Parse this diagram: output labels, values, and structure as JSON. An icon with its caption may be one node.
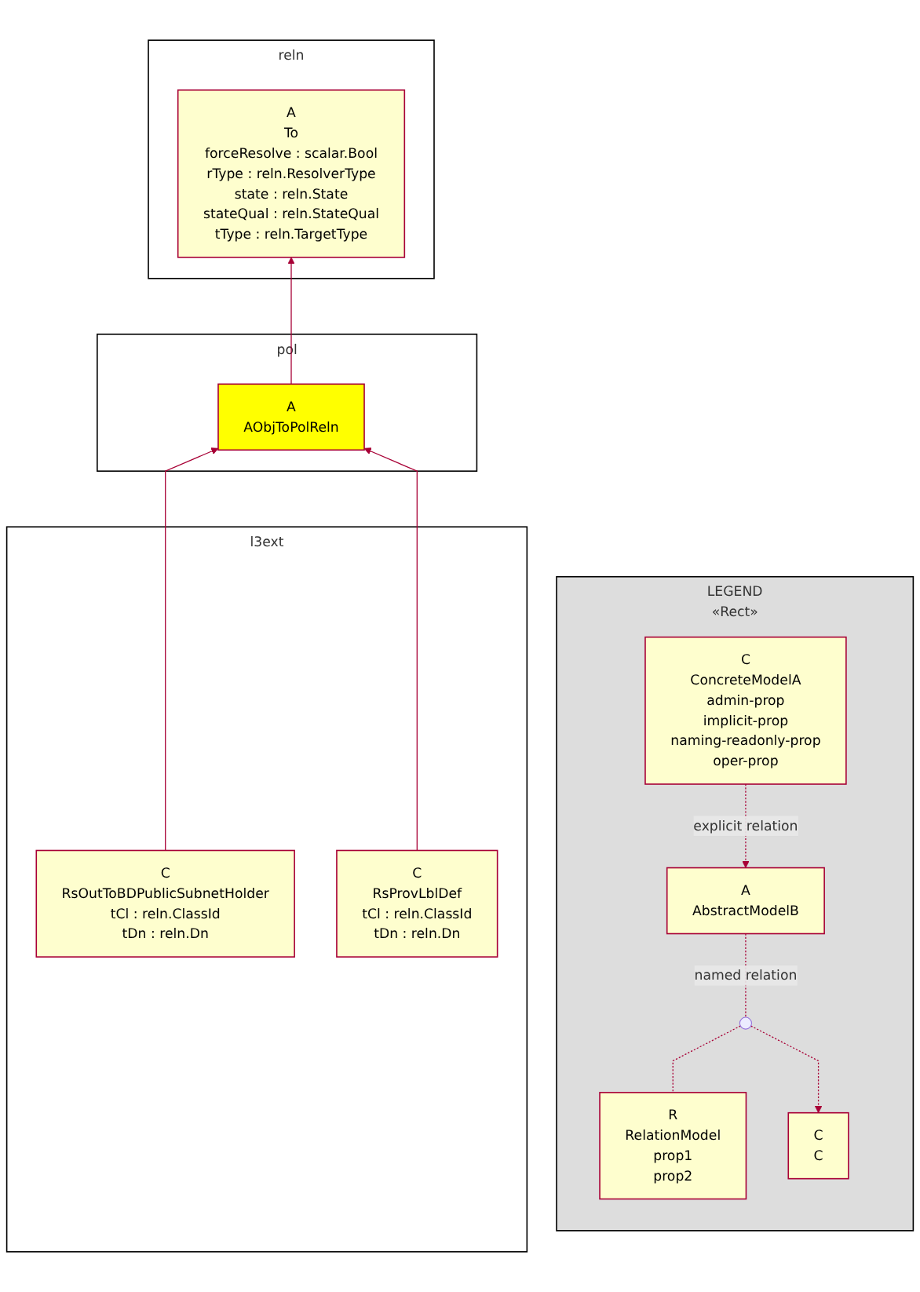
{
  "diagram": {
    "nodes": [
      {
        "text": [
          "LEGEND",
          "«Rect»"
        ]
      },
      {
        "text": [
          "C",
          "ConcreteModelA",
          "admin-prop",
          "implicit-prop",
          "naming-readonly-prop",
          "oper-prop"
        ],
        "in": 0
      },
      {
        "text": [
          "A",
          "AbstractModelB"
        ],
        "in": 0
      },
      {
        "text": [],
        "shape": "circle",
        "in": 0
      },
      {
        "text": [
          "R",
          "RelationModel",
          "prop1",
          "prop2"
        ],
        "in": 0
      },
      {
        "text": [
          "C",
          "C"
        ],
        "in": 0
      },
      {
        "text": [
          "reln"
        ]
      },
      {
        "text": [
          "A",
          "To",
          "forceResolve : scalar.Bool",
          "rType : reln.ResolverType",
          "state : reln.State",
          "stateQual : reln.StateQual",
          "tType : reln.TargetType"
        ],
        "in": 6
      },
      {
        "text": [
          "pol"
        ]
      },
      {
        "text": [
          "A",
          "AObjToPolReln"
        ],
        "in": 8
      },
      {
        "text": [
          "l3ext"
        ]
      },
      {
        "text": [
          "C",
          "RsOutToBDPublicSubnetHolder",
          "tCl : reln.ClassId",
          "tDn : reln.Dn"
        ],
        "in": 10
      },
      {
        "text": [
          "C",
          "RsProvLblDef",
          "tCl : reln.ClassId",
          "tDn : reln.Dn"
        ],
        "in": 10
      }
    ],
    "edges": [
      {
        "from": 1,
        "to": 2,
        "arrow": "to",
        "style": "dashed",
        "label": "explicit relation"
      },
      {
        "from": 2,
        "to": 3,
        "arrow": "none",
        "style": "dashed",
        "label": "named relation"
      },
      {
        "from": 3,
        "to": 4,
        "arrow": "none",
        "style": "dashed"
      },
      {
        "from": 3,
        "to": 5,
        "arrow": "to",
        "style": "dashed"
      },
      {
        "from": 9,
        "to": 7,
        "arrow": "to"
      },
      {
        "from": 11,
        "to": 9,
        "arrow": "to"
      },
      {
        "from": 12,
        "to": 9,
        "arrow": "to"
      }
    ]
  }
}
